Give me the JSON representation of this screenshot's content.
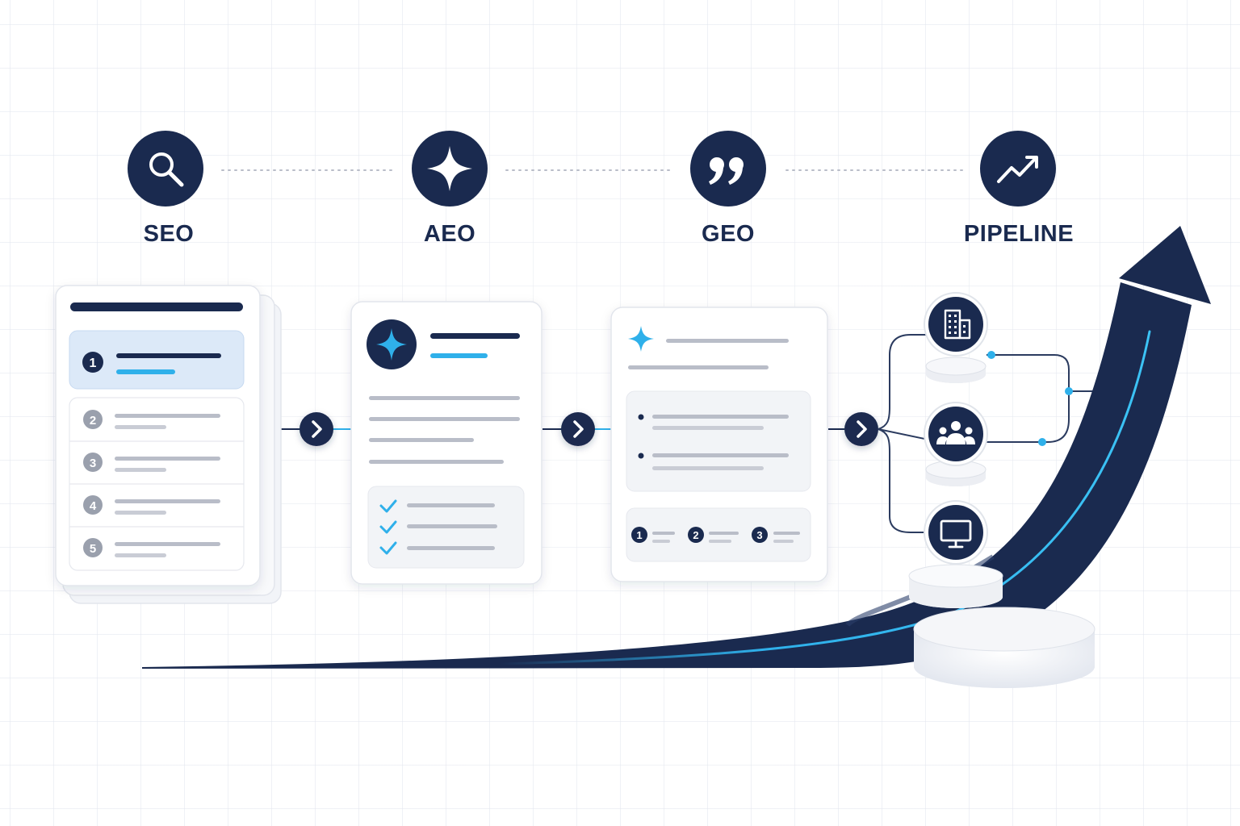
{
  "stages": [
    {
      "label": "SEO",
      "icon": "search-icon"
    },
    {
      "label": "AEO",
      "icon": "sparkle-icon"
    },
    {
      "label": "GEO",
      "icon": "quote-icon"
    },
    {
      "label": "PIPELINE",
      "icon": "trend-up-icon"
    }
  ],
  "seo_card": {
    "rank_numbers": [
      "1",
      "2",
      "3",
      "4",
      "5"
    ]
  },
  "geo_card": {
    "step_numbers": [
      "1",
      "2",
      "3"
    ]
  },
  "pipeline_nodes": [
    "building-icon",
    "team-icon",
    "monitor-icon"
  ],
  "colors": {
    "navy": "#1a2a4f",
    "accent": "#2fb0ea",
    "gray_line": "#b9bdc8",
    "card_border": "#e2e5ec",
    "highlight": "#dce9f8"
  }
}
